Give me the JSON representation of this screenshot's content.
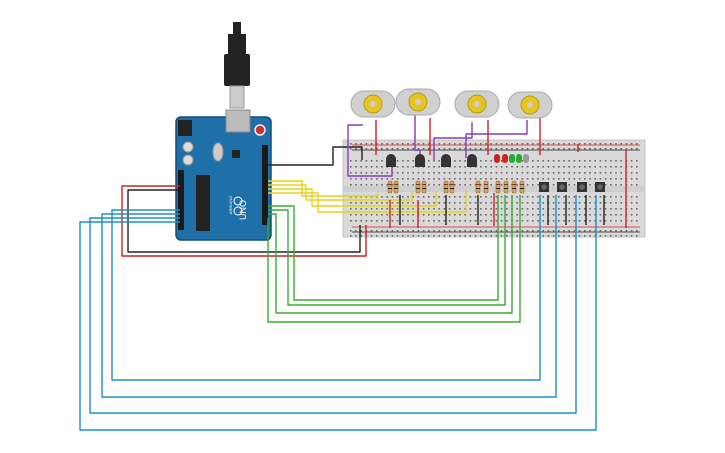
{
  "board": {
    "brand": "ARDUINO",
    "model": "UNO",
    "colors": {
      "pcb": "#1f6fa8",
      "pcb_dark": "#154e7a",
      "chip": "#222222",
      "header": "#1a1a1a"
    }
  },
  "breadboard": {
    "colors": {
      "body": "#d9d9d9",
      "rail_red": "#d22",
      "rail_blue": "#222"
    }
  },
  "components": {
    "motors": [
      "motor-1",
      "motor-2",
      "motor-3",
      "motor-4"
    ],
    "transistors": [
      "q1",
      "q2",
      "q3",
      "q4"
    ],
    "leds": [
      {
        "name": "led-1",
        "color": "#cc2222"
      },
      {
        "name": "led-2",
        "color": "#cc2222"
      },
      {
        "name": "led-3",
        "color": "#22aa33"
      },
      {
        "name": "led-4",
        "color": "#22aa33"
      },
      {
        "name": "led-5",
        "color": "#999999"
      }
    ],
    "buttons": [
      "button-1",
      "button-2",
      "button-3",
      "button-4"
    ]
  },
  "wire_colors": {
    "black": "#222222",
    "red": "#cc2222",
    "yellow": "#e8d21a",
    "purple": "#8a3ab9",
    "green": "#3aaa35",
    "blue": "#1c8fc7"
  }
}
